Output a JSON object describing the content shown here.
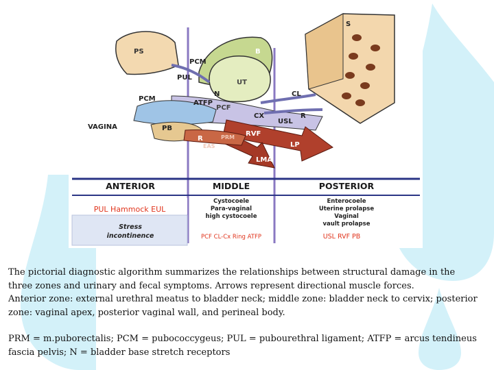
{
  "diagram": {
    "structures": {
      "ps": "PS",
      "pcm_upper": "PCM",
      "pul": "PUL",
      "b": "B",
      "ut": "UT",
      "s": "S",
      "n": "N",
      "pcm_lower": "PCM",
      "atfp": "ATFP",
      "pcf": "PCF",
      "cl": "CL",
      "cx": "CX",
      "usl": "USL",
      "r_right": "R",
      "vagina": "VAGINA",
      "pb": "PB",
      "r_lower": "R",
      "prm": "PRM",
      "rvf": "RVF",
      "lp": "LP",
      "eas": "EAS",
      "lma": "LMA"
    },
    "zones": {
      "anterior": {
        "header": "ANTERIOR",
        "structures": "PUL Hammock EUL",
        "symptom_line1": "Stress",
        "symptom_line2": "incontinence"
      },
      "middle": {
        "header": "MIDDLE",
        "line1": "Cystocoele",
        "line2": "Para-vaginal",
        "line3": "high cystocoele",
        "structures": "PCF CL-Cx Ring ATFP"
      },
      "posterior": {
        "header": "POSTERIOR",
        "line1": "Enterocoele",
        "line2": "Uterine prolapse",
        "line3": "Vaginal",
        "line4": "vault prolapse",
        "structures": "USL RVF PB"
      }
    },
    "colors": {
      "background_drop": "#d3f1f9",
      "table_line": "#2a3485",
      "red_text": "#e0341c",
      "zone_divider": "#8a78c2"
    }
  },
  "caption": {
    "p1": "The pictorial diagnostic algorithm summarizes the relationships between structural damage in the three zones and urinary and fecal symptoms. Arrows represent directional muscle forces.",
    "p2": "Anterior zone: external urethral meatus to bladder neck; middle zone: bladder neck to cervix; posterior zone: vaginal apex, posterior vaginal wall, and perineal body.",
    "p3": "PRM = m.puborectalis; PCM = pubococcygeus; PUL = pubourethral ligament; ATFP = arcus tendineus fascia pelvis; N = bladder base stretch receptors"
  }
}
